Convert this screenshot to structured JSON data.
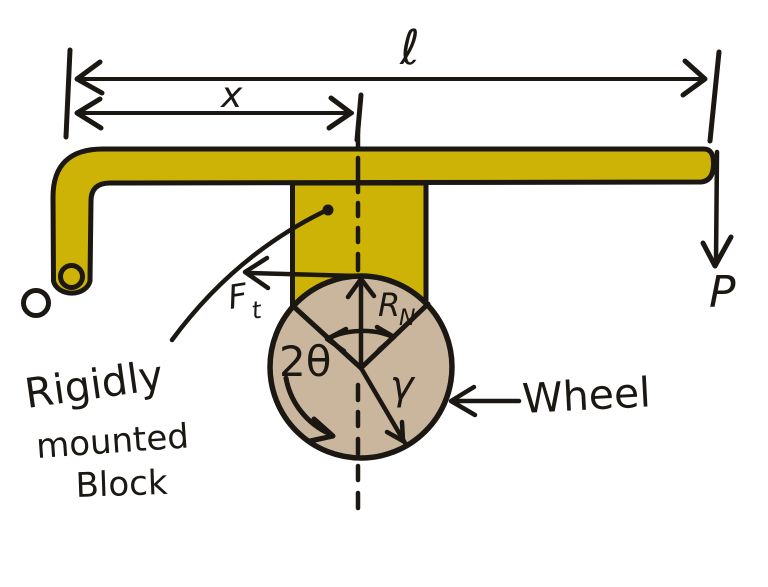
{
  "diagram": {
    "type": "hand-drawn free-body diagram",
    "labels": {
      "total_length": "ℓ",
      "partial_length": "x",
      "applied_load": "P",
      "friction_force_base": "F",
      "friction_force_sub": "t",
      "normal_reaction_base": "R",
      "normal_reaction_sub": "N",
      "contact_angle": "2θ",
      "wheel_angle": "γ",
      "block_caption_line1": "Rigidly",
      "block_caption_line2": "mounted",
      "block_caption_line3": "Block",
      "wheel_caption": "Wheel"
    },
    "colors": {
      "beam_fill": "#ccb306",
      "block_fill": "#ccb306",
      "wheel_fill": "#cab69c",
      "ink": "#1b1712",
      "background": "#ffffff"
    }
  }
}
